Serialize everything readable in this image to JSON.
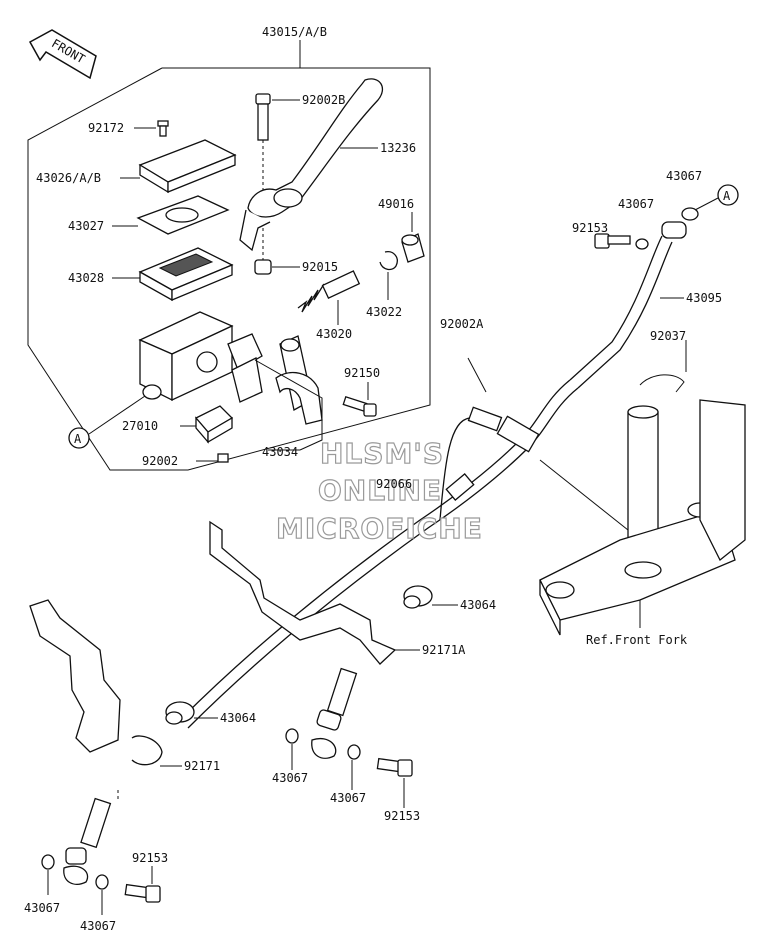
{
  "front_label": "FRONT",
  "labels": {
    "p43015": "43015/A/B",
    "p92002B": "92002B",
    "p92172": "92172",
    "p13236": "13236",
    "p43026": "43026/A/B",
    "p43067a": "43067",
    "p49016": "49016",
    "p43067b": "43067",
    "p92153a": "92153",
    "p43027": "43027",
    "p92015": "92015",
    "p43028": "43028",
    "p43095": "43095",
    "p43022": "43022",
    "p43020": "43020",
    "p92002A": "92002A",
    "p92037": "92037",
    "p92150": "92150",
    "p27010": "27010",
    "p43034": "43034",
    "p92002": "92002",
    "p92066": "92066",
    "p43064a": "43064",
    "p92171A": "92171A",
    "p43064b": "43064",
    "p92171": "92171",
    "p43067c": "43067",
    "p43067d": "43067",
    "p92153b": "92153",
    "p92153c": "92153",
    "p43067e": "43067",
    "p43067f": "43067",
    "ref_front_fork": "Ref.Front Fork"
  },
  "callouts": {
    "a1": "A",
    "a2": "A"
  },
  "watermark": {
    "line1": "HLSM'S",
    "line2": "ONLINE",
    "line3": "MICROFICHE"
  }
}
